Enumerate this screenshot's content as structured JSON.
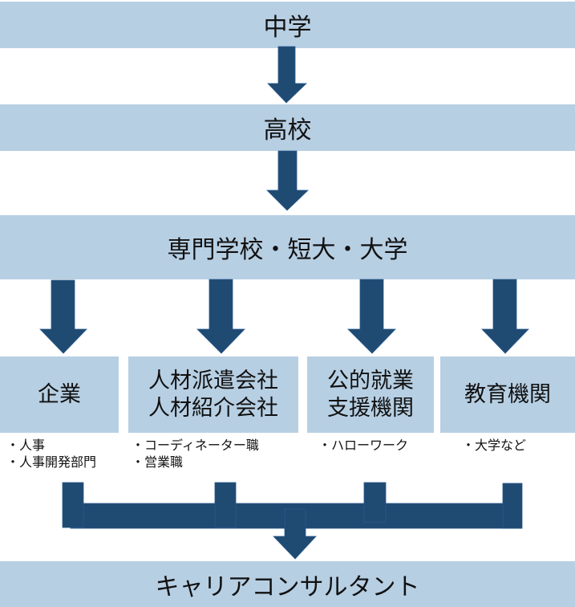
{
  "colors": {
    "box_fill": "#b7cfe3",
    "arrow_fill": "#1f4a72"
  },
  "stages": {
    "junior_high": "中学",
    "high_school": "高校",
    "higher_ed": "専門学校・短大・大学",
    "goal": "キャリアコンサルタント"
  },
  "destinations": [
    {
      "label": "企業",
      "notes": [
        "・人事",
        "・人事開発部門"
      ]
    },
    {
      "label": "人材派遣会社\n人材紹介会社",
      "notes": [
        "・コーディネーター職",
        "・営業職"
      ]
    },
    {
      "label": "公的就業\n支援機関",
      "notes": [
        "・ハローワーク"
      ]
    },
    {
      "label": "教育機関",
      "notes": [
        "・大学など"
      ]
    }
  ]
}
